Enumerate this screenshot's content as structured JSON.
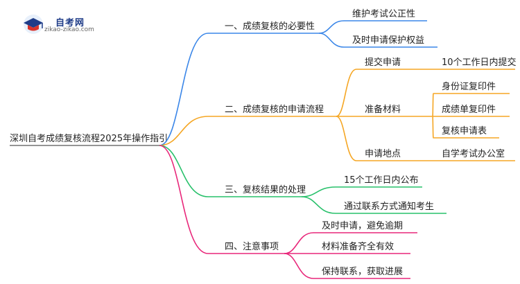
{
  "brand": {
    "name": "自考网",
    "url": "zikao-zikao.com"
  },
  "colors": {
    "blue": "#3a86e8",
    "orange": "#f5a623",
    "green": "#27c06a",
    "pink": "#e8277a",
    "root_line": "#555555"
  },
  "root": "深圳自考成绩复核流程2025年操作指引",
  "branches": [
    {
      "title": "一、成绩复核的必要性",
      "color": "blue",
      "children": [
        {
          "text": "维护考试公正性"
        },
        {
          "text": "及时申请保护权益"
        }
      ]
    },
    {
      "title": "二、成绩复核的申请流程",
      "color": "orange",
      "children": [
        {
          "text": "提交申请",
          "children": [
            "10个工作日内提交"
          ]
        },
        {
          "text": "准备材料",
          "children": [
            "身份证复印件",
            "成绩单复印件",
            "复核申请表"
          ]
        },
        {
          "text": "申请地点",
          "children": [
            "自学考试办公室"
          ]
        }
      ]
    },
    {
      "title": "三、复核结果的处理",
      "color": "green",
      "children": [
        {
          "text": "15个工作日内公布"
        },
        {
          "text": "通过联系方式通知考生"
        }
      ]
    },
    {
      "title": "四、注意事项",
      "color": "pink",
      "children": [
        {
          "text": "及时申请，避免逾期"
        },
        {
          "text": "材料准备齐全有效"
        },
        {
          "text": "保持联系，获取进展"
        }
      ]
    }
  ]
}
